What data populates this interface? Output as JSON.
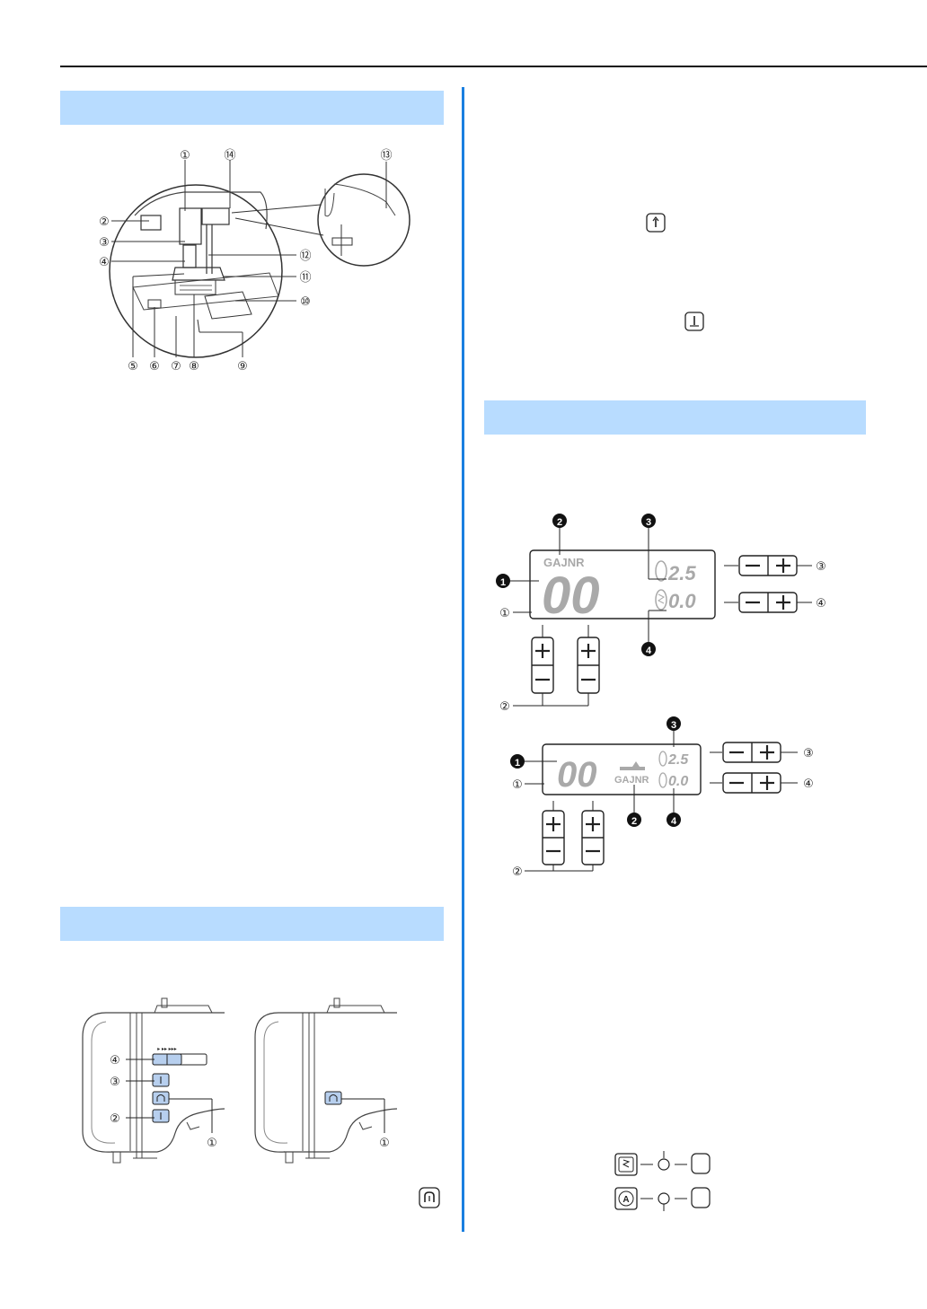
{
  "callouts_parts": [
    "①",
    "②",
    "③",
    "④",
    "⑤",
    "⑥",
    "⑦",
    "⑧",
    "⑨",
    "⑩",
    "⑪",
    "⑫",
    "⑬",
    "⑭"
  ],
  "callouts_buttons": [
    "①",
    "②",
    "③",
    "④"
  ],
  "callouts_lcd": {
    "black": [
      "❶",
      "❷",
      "❸",
      "❹"
    ],
    "white": [
      "①",
      "②",
      "③",
      "④"
    ]
  },
  "lcd": {
    "pattern_number": "00",
    "foot_label": "GAJNR",
    "stitch_length": "2.5",
    "stitch_width": "0.0"
  },
  "buttons": {
    "minus": "−",
    "plus": "+"
  },
  "colors": {
    "band": "#b8dcff",
    "rule": "#1a7fe0",
    "button_fill": "#b7cfee",
    "lcd_text": "#a9a9a9"
  },
  "icons": [
    "needle-up-down-icon",
    "reverse-stitch-icon",
    "reinforcement-icon",
    "start-stop-icon",
    "stitch-mode-icon",
    "auto-mode-icon"
  ]
}
